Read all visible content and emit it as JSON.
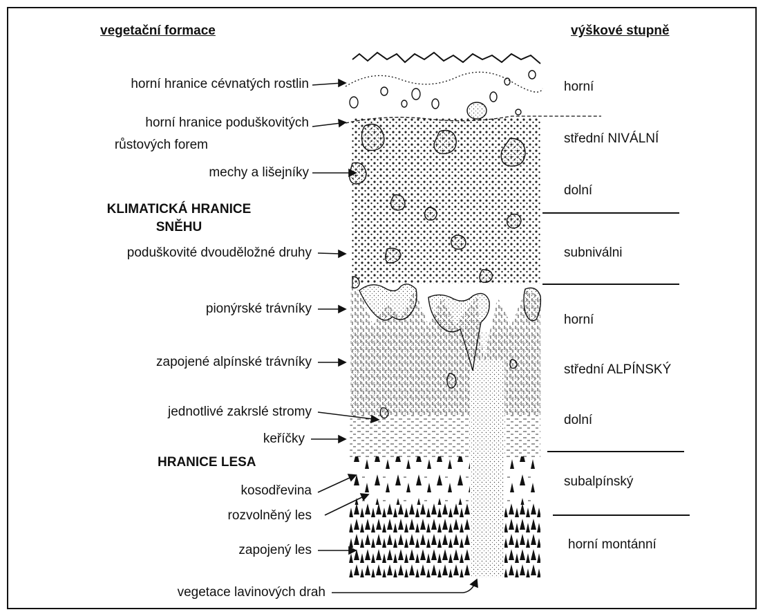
{
  "headers": {
    "left": "vegetační formace",
    "right": "výškové stupně"
  },
  "formations": [
    "horní hranice cévnatých rostlin",
    "horní hranice poduškovitých",
    "růstových forem",
    "mechy a lišejníky",
    "poduškovité dvouděložné druhy",
    "pionýrské trávníky",
    "zapojené alpínské trávníky",
    "jednotlivé zakrslé stromy",
    "keříčky",
    "kosodřevina",
    "rozvolněný les",
    "zapojený les",
    "vegetace lavinových drah"
  ],
  "boundaries": {
    "snow_line_1": "KLIMATICKÁ HRANICE",
    "snow_line_2": "SNĚHU",
    "forest_line": "HRANICE LESA"
  },
  "zones": [
    "horní",
    "střední NIVÁLNÍ",
    "dolní",
    "subniválni",
    "horní",
    "střední ALPÍNSKÝ",
    "dolní",
    "subalpínský",
    "horní montánní"
  ],
  "colors": {
    "ink": "#111111",
    "background": "#ffffff",
    "stipple": "#555555"
  }
}
